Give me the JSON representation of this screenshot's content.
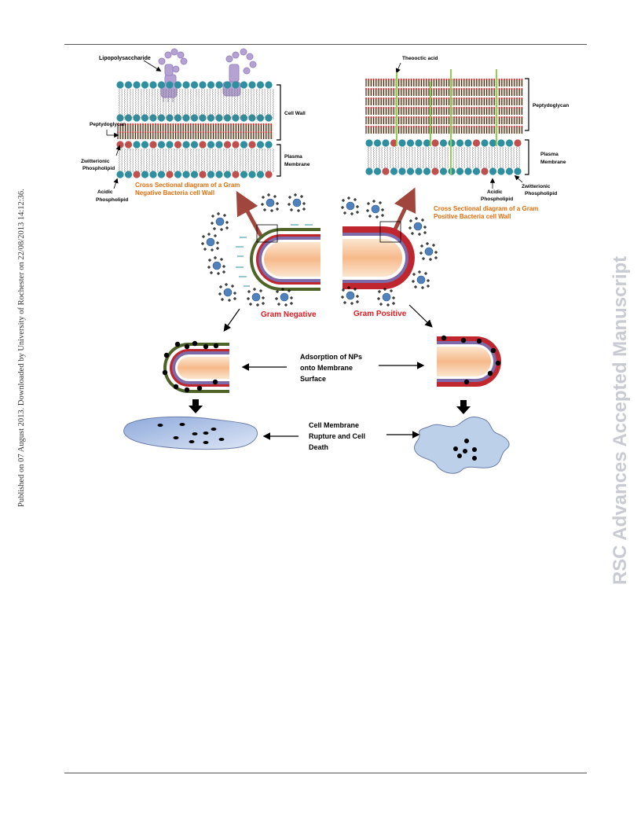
{
  "sidebar": {
    "text": "Published on 07 August 2013. Downloaded by University of Rochester on 22/08/2013 14:12:36."
  },
  "watermark": {
    "text": "RSC Advances Accepted Manuscript"
  },
  "diagram": {
    "neg_detail": {
      "lipopolysaccharide": "Lipopolysaccharide",
      "cell_wall": "Cell Wall",
      "peptydoglycan": "Peptydoglycan",
      "plasma": "Plasma",
      "membrane": "Membrane",
      "zwitterionic": "Zwitterionic",
      "phospholipid": "Phospholipid",
      "acidic": "Acidic",
      "acidic_phospholipid": "Phospholipid",
      "caption_line1": "Cross Sectional diagram of a Gram",
      "caption_line2": "Negative Bacteria cell Wall"
    },
    "pos_detail": {
      "theoctic_acid": "Theooctic acid",
      "peptydoglycan": "Peptydoglycan",
      "plasma": "Plasma",
      "membrane": "Membrane",
      "acidic": "Acidic",
      "acidic_phospholipid": "Phospholipid",
      "zwitterionic": "Zwitterionic",
      "zwitterionic_phospholipid": "Phospholipid",
      "caption_line1": "Cross Sectional diagram of a Gram",
      "caption_line2": "Positive Bacteria cell Wall"
    },
    "gram_negative": "Gram Negative",
    "gram_positive": "Gram Positive",
    "adsorption_line1": "Adsorption of NPs",
    "adsorption_line2": "onto Membrane",
    "adsorption_line3": "Surface",
    "rupture_line1": "Cell Membrane",
    "rupture_line2": "Rupture and Cell",
    "rupture_line3": "Death",
    "colors": {
      "lipid_head_teal": "#2e8fa0",
      "acidic_head_red": "#c0504d",
      "outer_green": "#4f6228",
      "red_layer": "#c0262d",
      "purple_layer": "#7d6aa8",
      "lps_purple": "#b4a2d2",
      "caption_orange": "#e46c0a",
      "label_red": "#e31b23",
      "arrow_brown": "#a0463c",
      "np_blue": "#4f81bd"
    }
  }
}
